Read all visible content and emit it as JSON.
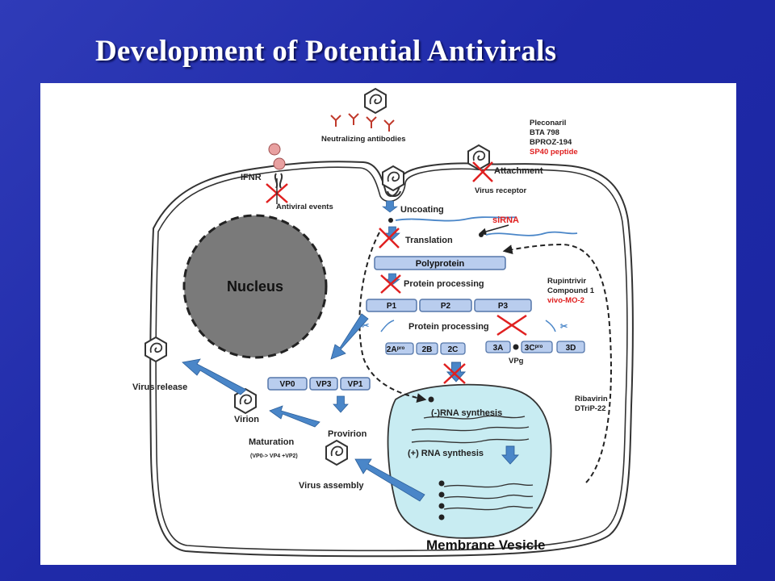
{
  "slide": {
    "title": "Development of Potential Antivirals"
  },
  "diagram": {
    "nucleus": "Nucleus",
    "neutralizing_antibodies": "Neutralizing antibodies",
    "ifnr": "IFNR",
    "antiviral_events": "Antiviral events",
    "attachment": "Attachment",
    "virus_receptor": "Virus receptor",
    "uncoating": "Uncoating",
    "sirna": "siRNA",
    "translation": "Translation",
    "polyprotein": "Polyprotein",
    "protein_processing_1": "Protein processing",
    "protein_processing_2": "Protein processing",
    "p1": "P1",
    "p2": "P2",
    "p3": "P3",
    "two_a": "2A",
    "pro_sup": "pro",
    "two_b": "2B",
    "two_c": "2C",
    "three_a": "3A",
    "three_c": "3C",
    "three_d": "3D",
    "vpg": "VPg",
    "vp0": "VP0",
    "vp3": "VP3",
    "vp1": "VP1",
    "neg_rna": "(-)RNA synthesis",
    "pos_rna": "(+) RNA synthesis",
    "membrane_vesicle": "Membrane Vesicle",
    "provirion": "Provirion",
    "virion": "Virion",
    "maturation": "Maturation",
    "maturation_detail": "(VP0-> VP4 +VP2)",
    "virus_release": "Virus release",
    "virus_assembly": "Virus assembly",
    "drugs_attachment": [
      "Pleconaril",
      "BTA 798",
      "BPROZ-194"
    ],
    "drug_attachment_red": "SP40 peptide",
    "drugs_protease": [
      "Rupintrivir",
      "Compound 1"
    ],
    "drug_protease_red": "vivo-MO-2",
    "drugs_rna": [
      "Ribavirin",
      "DTriP-22"
    ]
  }
}
